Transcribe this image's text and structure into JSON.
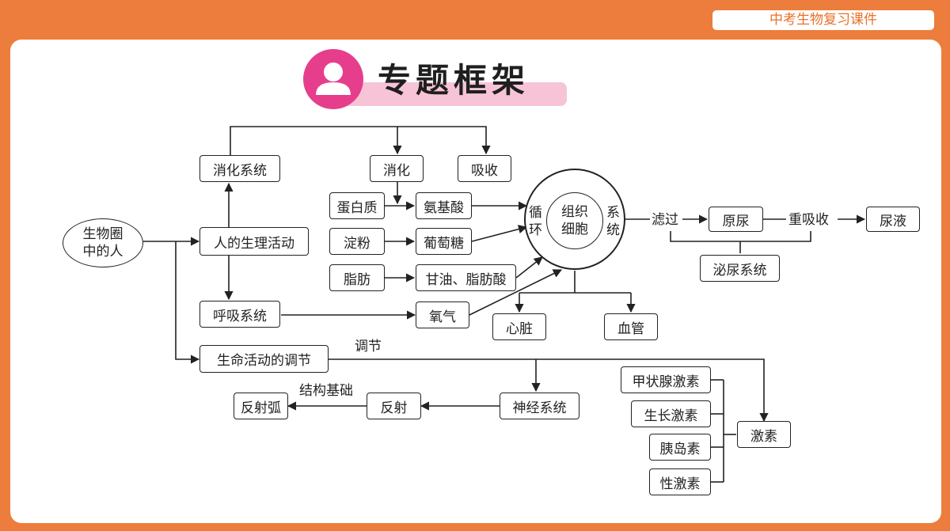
{
  "header": {
    "course_label": "中考生物复习课件"
  },
  "title": "专题框架",
  "icon": "person-icon",
  "colors": {
    "background": "#ec7d3c",
    "accent": "#e63e8c",
    "title_band": "#f7c4d7"
  },
  "nodes": {
    "root_line1": "生物圈",
    "root_line2": "中的人",
    "digestive_system": "消化系统",
    "digestion": "消化",
    "absorption": "吸收",
    "protein": "蛋白质",
    "amino_acid": "氨基酸",
    "starch": "淀粉",
    "glucose": "葡萄糖",
    "fat": "脂肪",
    "glycerol_fatty_acid": "甘油、脂肪酸",
    "human_activities": "人的生理活动",
    "respiratory_system": "呼吸系统",
    "oxygen": "氧气",
    "regulation": "生命活动的调节",
    "heart": "心脏",
    "blood_vessel": "血管",
    "filtration": "滤过",
    "primary_urine": "原尿",
    "reabsorption": "重吸收",
    "urine": "尿液",
    "urinary_system": "泌尿系统",
    "nervous_system": "神经系统",
    "reflex": "反射",
    "reflex_arc": "反射弧",
    "structure_basis": "结构基础",
    "regulate": "调节",
    "hormones": "激素",
    "thyroid_hormone": "甲状腺激素",
    "growth_hormone": "生长激素",
    "insulin": "胰岛素",
    "sex_hormone": "性激素"
  },
  "circulation": {
    "left_chars": [
      "循",
      "环"
    ],
    "right_chars": [
      "系",
      "统"
    ],
    "tissue_line1": "组织",
    "tissue_line2": "细胞"
  }
}
